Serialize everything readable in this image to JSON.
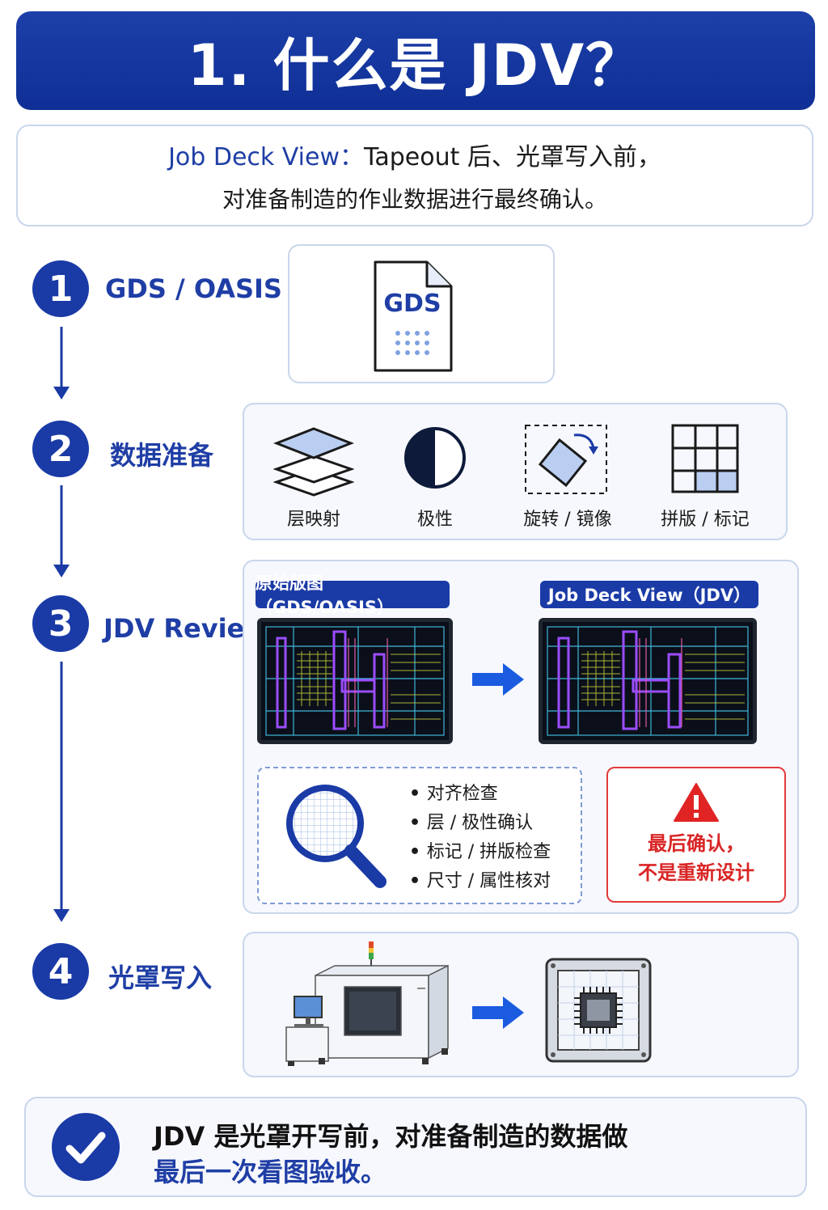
{
  "title": "1. 什么是 JDV？",
  "definition": {
    "term": "Job Deck View：",
    "line1_rest": "Tapeout 后、光罩写入前，",
    "line2": "对准备制造的作业数据进行最终确认。"
  },
  "steps": [
    {
      "number": "1",
      "label": "GDS / OASIS",
      "file_icon_text": "GDS"
    },
    {
      "number": "2",
      "label": "数据准备",
      "tools": [
        {
          "icon": "layers-icon",
          "label": "层映射"
        },
        {
          "icon": "polarity-icon",
          "label": "极性"
        },
        {
          "icon": "rotate-icon",
          "label": "旋转 / 镜像"
        },
        {
          "icon": "grid-icon",
          "label": "拼版 / 标记"
        }
      ]
    },
    {
      "number": "3",
      "label": "JDV Review",
      "original_tag": "原始版图（GDS/OASIS）",
      "jdv_tag": "Job Deck View（JDV）",
      "checks": [
        "对齐检查",
        "层 / 极性确认",
        "标记 / 拼版检查",
        "尺寸 / 属性核对"
      ],
      "warning_line1": "最后确认，",
      "warning_line2": "不是重新设计"
    },
    {
      "number": "4",
      "label": "光罩写入"
    }
  ],
  "summary": {
    "line1": "JDV 是光罩开写前，对准备制造的数据做",
    "line2": "最后一次看图验收。"
  },
  "colors": {
    "primary": "#1a3aa6",
    "accent_text": "#1f3ea5",
    "warning": "#e23a3a",
    "panel_bg": "#f6f8fd",
    "border": "#c9d6ec"
  }
}
